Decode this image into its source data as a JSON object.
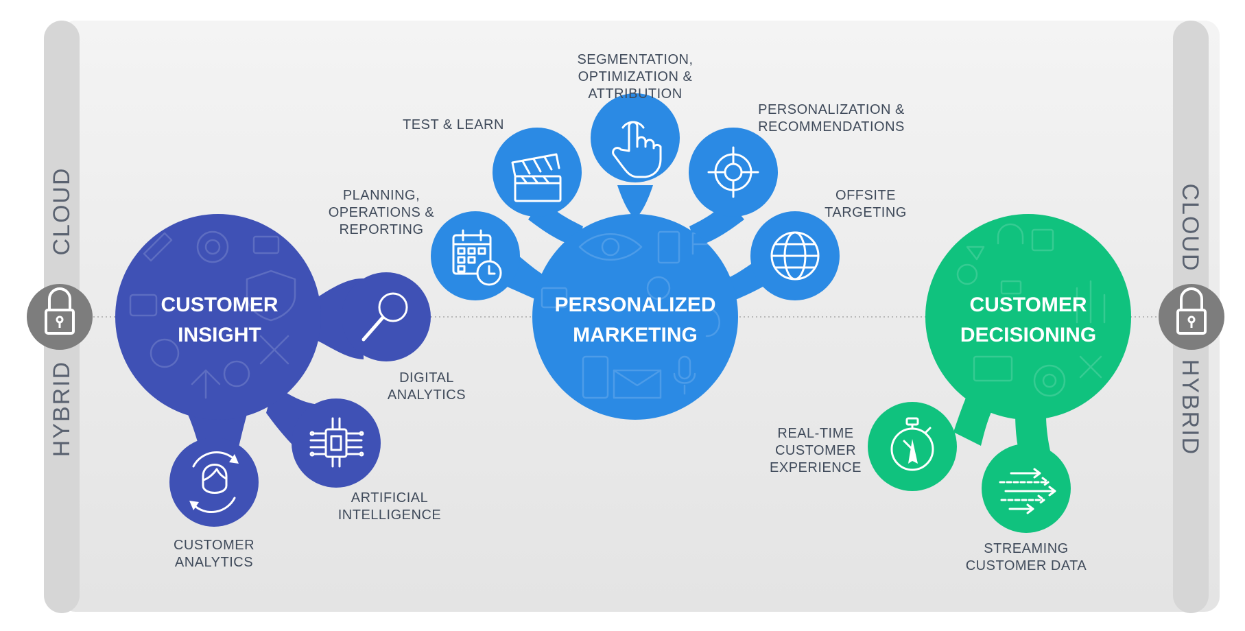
{
  "colors": {
    "insight": "#3f51b5",
    "marketing": "#2b8ae4",
    "decisioning": "#10c27e",
    "pill": "#d6d6d6",
    "lock": "#7d7d7d",
    "panel": "#ededed"
  },
  "pills": {
    "left": {
      "top": "CLOUD",
      "bottom": "HYBRID"
    },
    "right": {
      "top": "CLOUD",
      "bottom": "HYBRID"
    }
  },
  "clusters": {
    "insight": {
      "title_line1": "CUSTOMER",
      "title_line2": "INSIGHT",
      "nodes": {
        "digital": {
          "icon": "magnifier-icon",
          "line1": "DIGITAL",
          "line2": "ANALYTICS"
        },
        "ai": {
          "icon": "chip-icon",
          "line1": "ARTIFICIAL",
          "line2": "INTELLIGENCE"
        },
        "analytics": {
          "icon": "person-cycle-icon",
          "line1": "CUSTOMER",
          "line2": "ANALYTICS"
        }
      }
    },
    "marketing": {
      "title_line1": "PERSONALIZED",
      "title_line2": "MARKETING",
      "nodes": {
        "planning": {
          "icon": "calendar-clock-icon",
          "line1": "PLANNING,",
          "line2": "OPERATIONS &",
          "line3": "REPORTING"
        },
        "test": {
          "icon": "clapperboard-icon",
          "line1": "TEST & LEARN"
        },
        "segmentation": {
          "icon": "pointer-hand-icon",
          "line1": "SEGMENTATION,",
          "line2": "OPTIMIZATION &",
          "line3": "ATTRIBUTION"
        },
        "personalization": {
          "icon": "target-icon",
          "line1": "PERSONALIZATION &",
          "line2": "RECOMMENDATIONS"
        },
        "offsite": {
          "icon": "globe-icon",
          "line1": "OFFSITE",
          "line2": "TARGETING"
        }
      }
    },
    "decisioning": {
      "title_line1": "CUSTOMER",
      "title_line2": "DECISIONING",
      "nodes": {
        "realtime": {
          "icon": "stopwatch-icon",
          "line1": "REAL-TIME",
          "line2": "CUSTOMER",
          "line3": "EXPERIENCE"
        },
        "streaming": {
          "icon": "streaming-arrows-icon",
          "line1": "STREAMING",
          "line2": "CUSTOMER DATA"
        }
      }
    }
  }
}
